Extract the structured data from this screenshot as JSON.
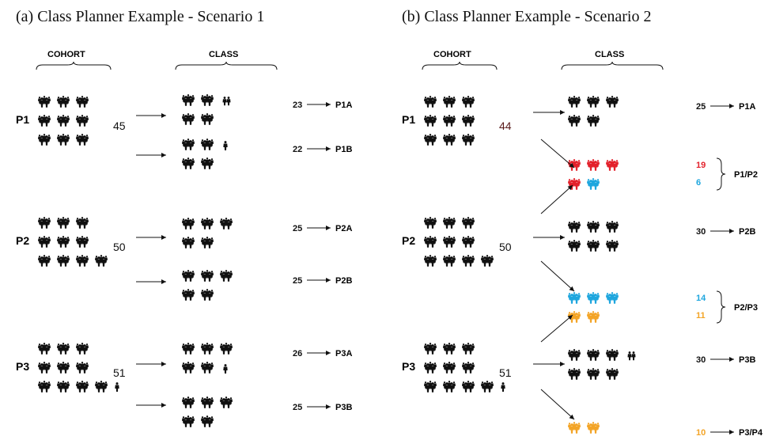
{
  "colors": {
    "black": "#111111",
    "red": "#e3212b",
    "blue": "#1ea6de",
    "orange": "#f3a426"
  },
  "panels": [
    {
      "id": "a",
      "title": "(a) Class Planner Example - Scenario 1",
      "header_cohort": "COHORT",
      "header_class": "CLASS",
      "cohorts": [
        {
          "label": "P1",
          "count": "45",
          "rows": [
            3,
            3,
            3
          ],
          "single": 0
        },
        {
          "label": "P2",
          "count": "50",
          "rows": [
            3,
            3,
            4
          ],
          "single": 0
        },
        {
          "label": "P3",
          "count": "51",
          "rows": [
            3,
            3,
            4
          ],
          "single": 1
        }
      ],
      "classes": [
        {
          "rows": [
            [
              {
                "n": 2,
                "c": "black"
              }
            ],
            [
              {
                "n": 2,
                "c": "black"
              }
            ]
          ],
          "small": [
            {
              "c": "black",
              "row": 0,
              "pos": 2,
              "w": 2
            }
          ],
          "values": [
            {
              "v": "23",
              "c": "black"
            }
          ],
          "dest": "P1A"
        },
        {
          "rows": [
            [
              {
                "n": 2,
                "c": "black"
              }
            ],
            [
              {
                "n": 2,
                "c": "black"
              }
            ]
          ],
          "small": [
            {
              "c": "black",
              "row": 0,
              "pos": 2,
              "w": 1
            }
          ],
          "values": [
            {
              "v": "22",
              "c": "black"
            }
          ],
          "dest": "P1B"
        },
        {
          "rows": [
            [
              {
                "n": 3,
                "c": "black"
              }
            ],
            [
              {
                "n": 2,
                "c": "black"
              }
            ]
          ],
          "small": [],
          "values": [
            {
              "v": "25",
              "c": "black"
            }
          ],
          "dest": "P2A"
        },
        {
          "rows": [
            [
              {
                "n": 3,
                "c": "black"
              }
            ],
            [
              {
                "n": 2,
                "c": "black"
              }
            ]
          ],
          "small": [],
          "values": [
            {
              "v": "25",
              "c": "black"
            }
          ],
          "dest": "P2B"
        },
        {
          "rows": [
            [
              {
                "n": 3,
                "c": "black"
              }
            ],
            [
              {
                "n": 2,
                "c": "black"
              }
            ]
          ],
          "small": [
            {
              "c": "black",
              "row": 1,
              "pos": 2,
              "w": 1
            }
          ],
          "values": [
            {
              "v": "26",
              "c": "black"
            }
          ],
          "dest": "P3A"
        },
        {
          "rows": [
            [
              {
                "n": 3,
                "c": "black"
              }
            ],
            [
              {
                "n": 2,
                "c": "black"
              }
            ]
          ],
          "small": [],
          "values": [
            {
              "v": "25",
              "c": "black"
            }
          ],
          "dest": "P3B"
        }
      ]
    },
    {
      "id": "b",
      "title": "(b) Class Planner Example - Scenario 2",
      "header_cohort": "COHORT",
      "header_class": "CLASS",
      "cohorts": [
        {
          "label": "P1",
          "count": "44",
          "rows": [
            3,
            3,
            3
          ],
          "single": 0
        },
        {
          "label": "P2",
          "count": "50",
          "rows": [
            3,
            3,
            4
          ],
          "single": 0
        },
        {
          "label": "P3",
          "count": "51",
          "rows": [
            3,
            3,
            4
          ],
          "single": 1
        }
      ],
      "classes": [
        {
          "rows": [
            [
              {
                "n": 3,
                "c": "black"
              }
            ],
            [
              {
                "n": 2,
                "c": "black"
              }
            ]
          ],
          "small": [],
          "values": [
            {
              "v": "25",
              "c": "black"
            }
          ],
          "dest": "P1A"
        },
        {
          "rows": [
            [
              {
                "n": 3,
                "c": "red"
              }
            ],
            [
              {
                "n": 1,
                "c": "red"
              },
              {
                "n": 1,
                "c": "blue"
              }
            ]
          ],
          "small": [],
          "values": [
            {
              "v": "19",
              "c": "red"
            },
            {
              "v": "6",
              "c": "blue"
            }
          ],
          "dest": "P1/P2"
        },
        {
          "rows": [
            [
              {
                "n": 3,
                "c": "black"
              }
            ],
            [
              {
                "n": 3,
                "c": "black"
              }
            ]
          ],
          "small": [],
          "values": [
            {
              "v": "30",
              "c": "black"
            }
          ],
          "dest": "P2B"
        },
        {
          "rows": [
            [
              {
                "n": 3,
                "c": "blue"
              }
            ],
            [
              {
                "n": 2,
                "c": "orange"
              }
            ]
          ],
          "small": [],
          "values": [
            {
              "v": "14",
              "c": "blue"
            },
            {
              "v": "11",
              "c": "orange"
            }
          ],
          "dest": "P2/P3"
        },
        {
          "rows": [
            [
              {
                "n": 3,
                "c": "black"
              }
            ],
            [
              {
                "n": 3,
                "c": "black"
              }
            ]
          ],
          "small": [
            {
              "c": "black",
              "row": 0,
              "pos": 3,
              "w": 2
            }
          ],
          "values": [
            {
              "v": "30",
              "c": "black"
            }
          ],
          "dest": "P3B"
        },
        {
          "rows": [
            [
              {
                "n": 2,
                "c": "orange"
              }
            ]
          ],
          "small": [],
          "values": [
            {
              "v": "10",
              "c": "orange"
            }
          ],
          "dest": "P3/P4"
        }
      ]
    }
  ]
}
